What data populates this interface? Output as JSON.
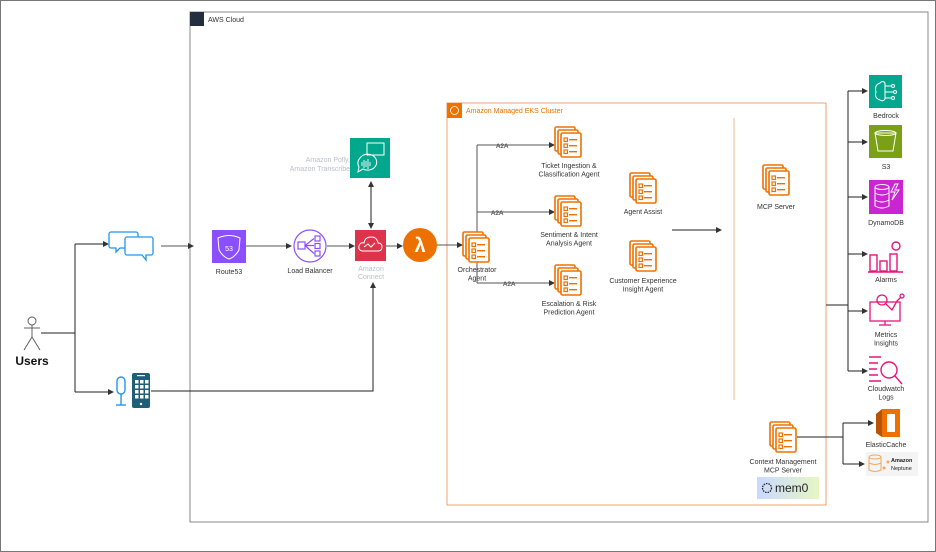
{
  "aws_cloud": {
    "label": "AWS Cloud"
  },
  "eks": {
    "label": "Amazon Managed EKS Cluster"
  },
  "users": {
    "label": "Users"
  },
  "services": {
    "route53": "Route53",
    "route53_badge": "53",
    "load_balancer": "Load Balancer",
    "connect": [
      "Amazon",
      "Connect"
    ],
    "polly": [
      "Amazon Polly,",
      "Amazon Transcribe"
    ],
    "lambda_glyph": "λ"
  },
  "agents": {
    "orchestrator": [
      "Orchestrator",
      "Agent"
    ],
    "ticket": [
      "Ticket Ingestion &",
      "Classification Agent"
    ],
    "sentiment": [
      "Sentiment & Intent",
      "Analysis Agent"
    ],
    "escalation": [
      "Escalation & Risk",
      "Prediction Agent"
    ],
    "assist": [
      "Agent Assist"
    ],
    "cx": [
      "Customer Experience",
      "Insight Agent"
    ],
    "mcp": [
      "MCP Server"
    ],
    "context_mcp": [
      "Context Management",
      "MCP Server"
    ]
  },
  "edges": {
    "a2a": "A2A"
  },
  "backends": {
    "bedrock": [
      "Bedrock"
    ],
    "s3": [
      "S3"
    ],
    "dynamodb": [
      "DynamoDB"
    ],
    "alarms": [
      "Alarms"
    ],
    "metrics": [
      "Metrics",
      "Insights"
    ],
    "cloudwatch": [
      "Cloudwatch",
      "Logs"
    ],
    "elasticache": [
      "ElasticCache"
    ],
    "neptune": [
      "Amazon",
      "Neptune"
    ]
  },
  "mem0": {
    "label": "mem0"
  },
  "colors": {
    "eks_orange": "#ed7100",
    "route53_purple": "#8c4fff",
    "connect_red": "#dd344c",
    "ml_teal": "#01a88d",
    "s3_green": "#7aa116",
    "dynamo_magenta": "#c925d1",
    "cloudwatch_pink": "#e7157b",
    "client_blue": "#2196f3",
    "phone_navy": "#1f5f7a"
  }
}
